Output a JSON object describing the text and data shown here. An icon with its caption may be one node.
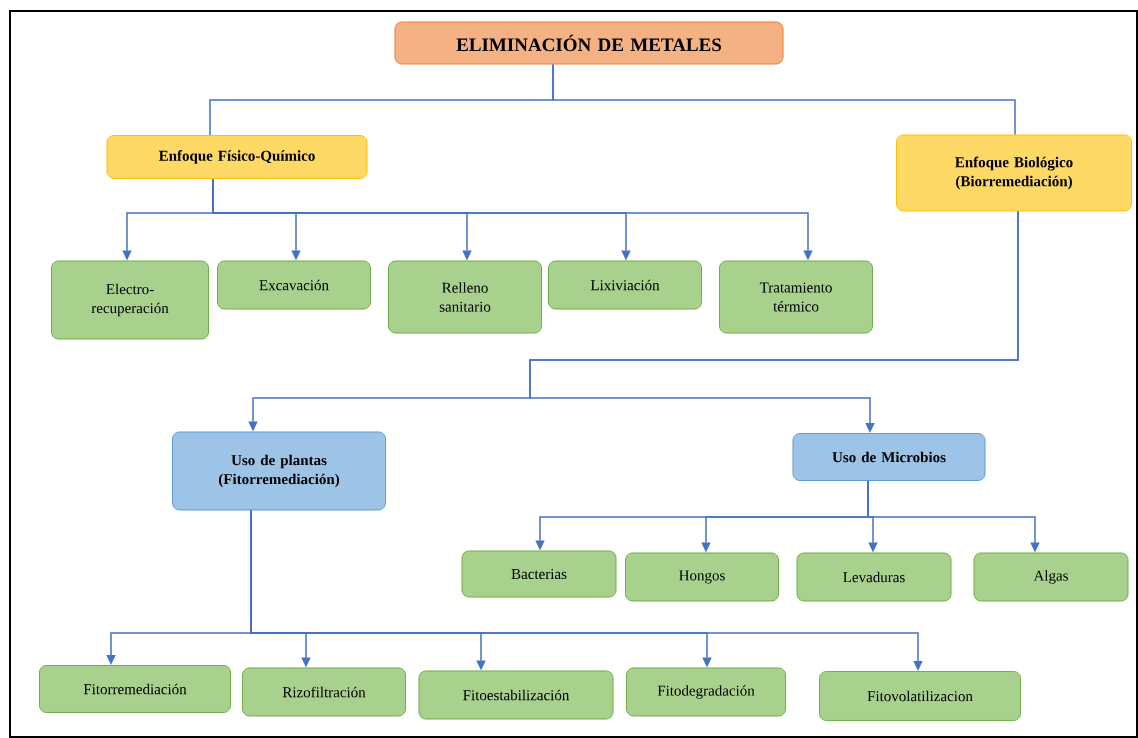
{
  "diagram": {
    "nodes": [
      {
        "text": [
          "ELIMINACIÓN DE METALES"
        ]
      },
      {
        "text": [
          "Enfoque Físico-Químico"
        ]
      },
      {
        "text": [
          "Enfoque Biológico (Biorremediación)"
        ]
      },
      {
        "text": [
          "Electro- recuperación"
        ]
      },
      {
        "text": [
          "Excavación"
        ]
      },
      {
        "text": [
          "Relleno sanitario"
        ]
      },
      {
        "text": [
          "Lixiviación"
        ]
      },
      {
        "text": [
          "Tratamiento térmico"
        ]
      },
      {
        "text": [
          "Uso de plantas (Fitorremediación)"
        ]
      },
      {
        "text": [
          "Uso de Microbios"
        ]
      },
      {
        "text": [
          "Bacterias"
        ]
      },
      {
        "text": [
          "Hongos"
        ]
      },
      {
        "text": [
          "Levaduras"
        ]
      },
      {
        "text": [
          "Algas"
        ]
      },
      {
        "text": [
          "Fitorremediación"
        ]
      },
      {
        "text": [
          "Rizofiltración"
        ]
      },
      {
        "text": [
          "Fitoestabilización"
        ]
      },
      {
        "text": [
          "Fitodegradación"
        ]
      },
      {
        "text": [
          "Fitovolatilizacion"
        ]
      }
    ],
    "edges": [
      {
        "from": 0,
        "to": 1,
        "arrow": "none"
      },
      {
        "from": 0,
        "to": 2,
        "arrow": "none"
      },
      {
        "from": 1,
        "to": 3,
        "arrow": "to"
      },
      {
        "from": 1,
        "to": 4,
        "arrow": "to"
      },
      {
        "from": 1,
        "to": 5,
        "arrow": "to"
      },
      {
        "from": 1,
        "to": 6,
        "arrow": "to"
      },
      {
        "from": 1,
        "to": 7,
        "arrow": "to"
      },
      {
        "from": 2,
        "to": 8,
        "arrow": "to"
      },
      {
        "from": 2,
        "to": 9,
        "arrow": "to"
      },
      {
        "from": 9,
        "to": 10,
        "arrow": "to"
      },
      {
        "from": 9,
        "to": 11,
        "arrow": "to"
      },
      {
        "from": 9,
        "to": 12,
        "arrow": "to"
      },
      {
        "from": 9,
        "to": 13,
        "arrow": "to"
      },
      {
        "from": 8,
        "to": 14,
        "arrow": "to"
      },
      {
        "from": 8,
        "to": 15,
        "arrow": "to"
      },
      {
        "from": 8,
        "to": 16,
        "arrow": "to"
      },
      {
        "from": 8,
        "to": 17,
        "arrow": "to"
      },
      {
        "from": 8,
        "to": 18,
        "arrow": "to"
      }
    ]
  }
}
